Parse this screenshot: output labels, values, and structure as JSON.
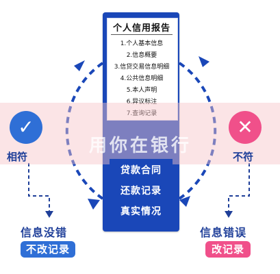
{
  "report": {
    "title": "个人信用报告",
    "items": [
      "1.个人基本信息",
      "2.信息概要",
      "3.信贷交易信息明细",
      "4.公共信息明细",
      "5.本人声明",
      "6.异议标注",
      "7.查询记录"
    ]
  },
  "panel": {
    "items": [
      "贷款合同",
      "还款记录",
      "真实情况"
    ]
  },
  "watermark": "用你在银行",
  "left_branch": {
    "label": "相符",
    "icon": "check-icon",
    "outcome_title": "信息没错",
    "outcome_tag": "不改记录"
  },
  "right_branch": {
    "label": "不符",
    "icon": "cross-icon",
    "outcome_title": "信息错误",
    "outcome_tag": "改记录"
  },
  "colors": {
    "primary_blue": "#1a47b8",
    "badge_blue": "#2f6fd6",
    "badge_pink": "#f0508a",
    "text_blue": "#1f3f99"
  }
}
